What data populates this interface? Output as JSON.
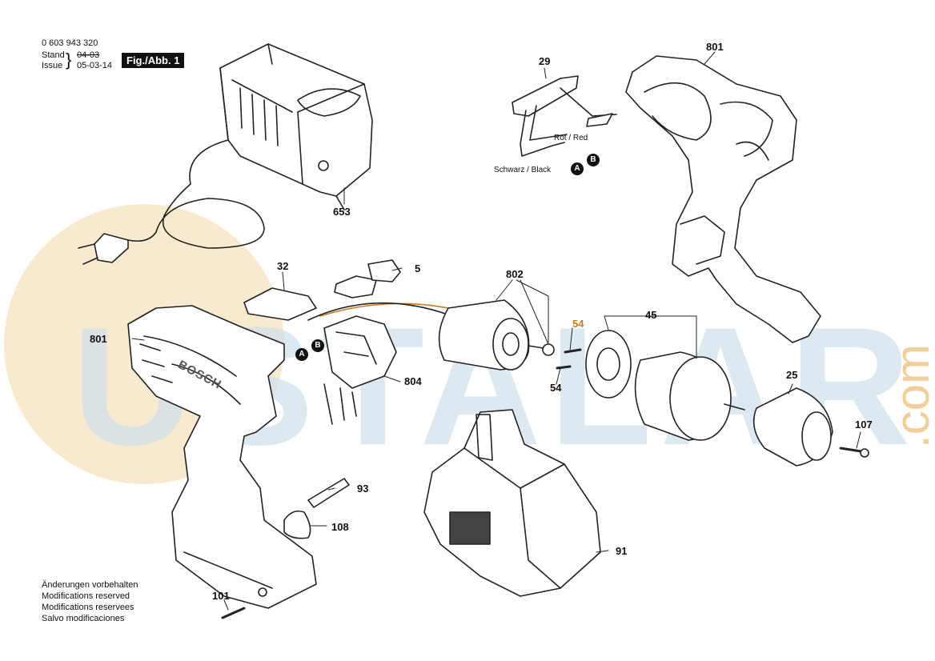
{
  "header": {
    "doc_number": "0 603 943 320",
    "stand_label": "Stand",
    "issue_label": "Issue",
    "stand_value": "04-03",
    "issue_value": "05-03-14",
    "figure_label": "Fig./Abb. 1"
  },
  "watermark": {
    "text": "USTALAR",
    "suffix": ".com"
  },
  "parts": [
    {
      "id": "p653",
      "label": "653"
    },
    {
      "id": "p29",
      "label": "29"
    },
    {
      "id": "p801a",
      "label": "801"
    },
    {
      "id": "p32",
      "label": "32"
    },
    {
      "id": "p5",
      "label": "5"
    },
    {
      "id": "p802",
      "label": "802"
    },
    {
      "id": "p54a",
      "label": "54"
    },
    {
      "id": "p45",
      "label": "45"
    },
    {
      "id": "p801b",
      "label": "801"
    },
    {
      "id": "p804",
      "label": "804"
    },
    {
      "id": "p54b",
      "label": "54"
    },
    {
      "id": "p25",
      "label": "25"
    },
    {
      "id": "p107",
      "label": "107"
    },
    {
      "id": "p93",
      "label": "93"
    },
    {
      "id": "p108",
      "label": "108"
    },
    {
      "id": "p91",
      "label": "91"
    },
    {
      "id": "p101",
      "label": "101"
    }
  ],
  "wires": {
    "red": "Rot / Red",
    "black": "Schwarz / Black"
  },
  "markers": {
    "a": "A",
    "b": "B"
  },
  "brand": "BOSCH",
  "notes": [
    "Änderungen vorbehalten",
    "Modifications reserved",
    "Modifications reservees",
    "Salvo modificaciones"
  ]
}
